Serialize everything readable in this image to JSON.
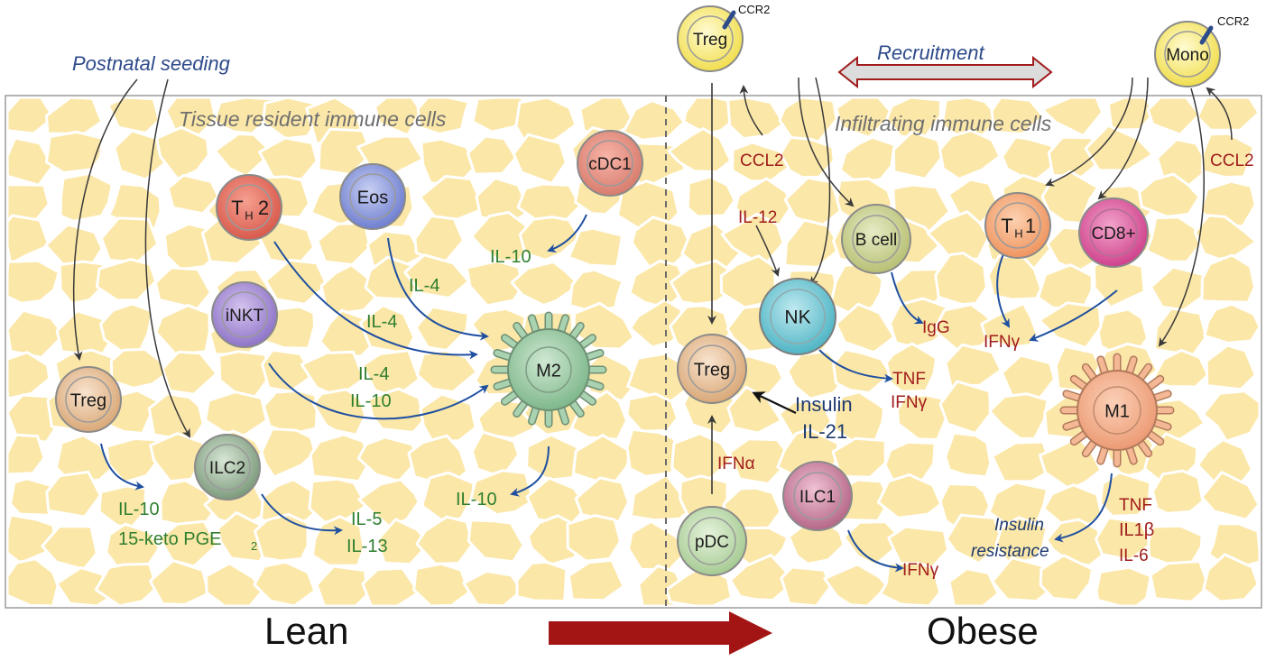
{
  "labels": {
    "postnatal_seeding": "Postnatal seeding",
    "tissue_resident": "Tissue resident immune cells",
    "infiltrating": "Infiltrating immune cells",
    "recruitment": "Recruitment",
    "lean": "Lean",
    "obese": "Obese"
  },
  "cells": {
    "th2_main": "T",
    "th2_sub": "H",
    "th2_tail": "2",
    "eos": "Eos",
    "cdc1": "cDC1",
    "inkt": "iNKT",
    "m2": "M2",
    "treg_lean": "Treg",
    "ilc2": "ILC2",
    "treg_top": "Treg",
    "mono": "Mono",
    "nk": "NK",
    "b_cell": "B cell",
    "th1_main": "T",
    "th1_sub": "H",
    "th1_tail": "1",
    "cd8": "CD8+",
    "treg_obese": "Treg",
    "m1": "M1",
    "ilc1": "ILC1",
    "pdc": "pDC"
  },
  "receptors": {
    "ccr2_treg": "CCR2",
    "ccr2_mono": "CCR2"
  },
  "cytokines": {
    "il10_cdc1": "IL-10",
    "il4_eos": "IL-4",
    "il4_th2": "IL-4",
    "il4_inkt": "IL-4",
    "il10_inkt": "IL-10",
    "il10_m2": "IL-10",
    "il10_treg": "IL-10",
    "keto_pge_main": "15-keto PGE",
    "keto_pge_sub": "2",
    "il5": "IL-5",
    "il13": "IL-13",
    "ccl2_left": "CCL2",
    "ccl2_right": "CCL2",
    "il12": "IL-12",
    "igg": "IgG",
    "ifng_th1": "IFNγ",
    "tnf_nk": "TNF",
    "ifng_nk": "IFNγ",
    "insulin": "Insulin",
    "il21": "IL-21",
    "ifna": "IFNα",
    "ifng_ilc1": "IFNγ",
    "tnf_m1": "TNF",
    "il1b": "IL1β",
    "il6": "IL-6",
    "insulin_resistance_1": "Insulin",
    "insulin_resistance_2": "resistance"
  },
  "colors": {
    "tissue_fill": "#fbe7a8",
    "tissue_edge": "#ffffff",
    "arrow_blue": "#1f4fa0",
    "arrow_dark": "#333333",
    "lean_obese_arrow": "#a31515",
    "text_green": "#2f7f2f",
    "text_red": "#a01c1c",
    "text_blue": "#2d4a8a"
  }
}
